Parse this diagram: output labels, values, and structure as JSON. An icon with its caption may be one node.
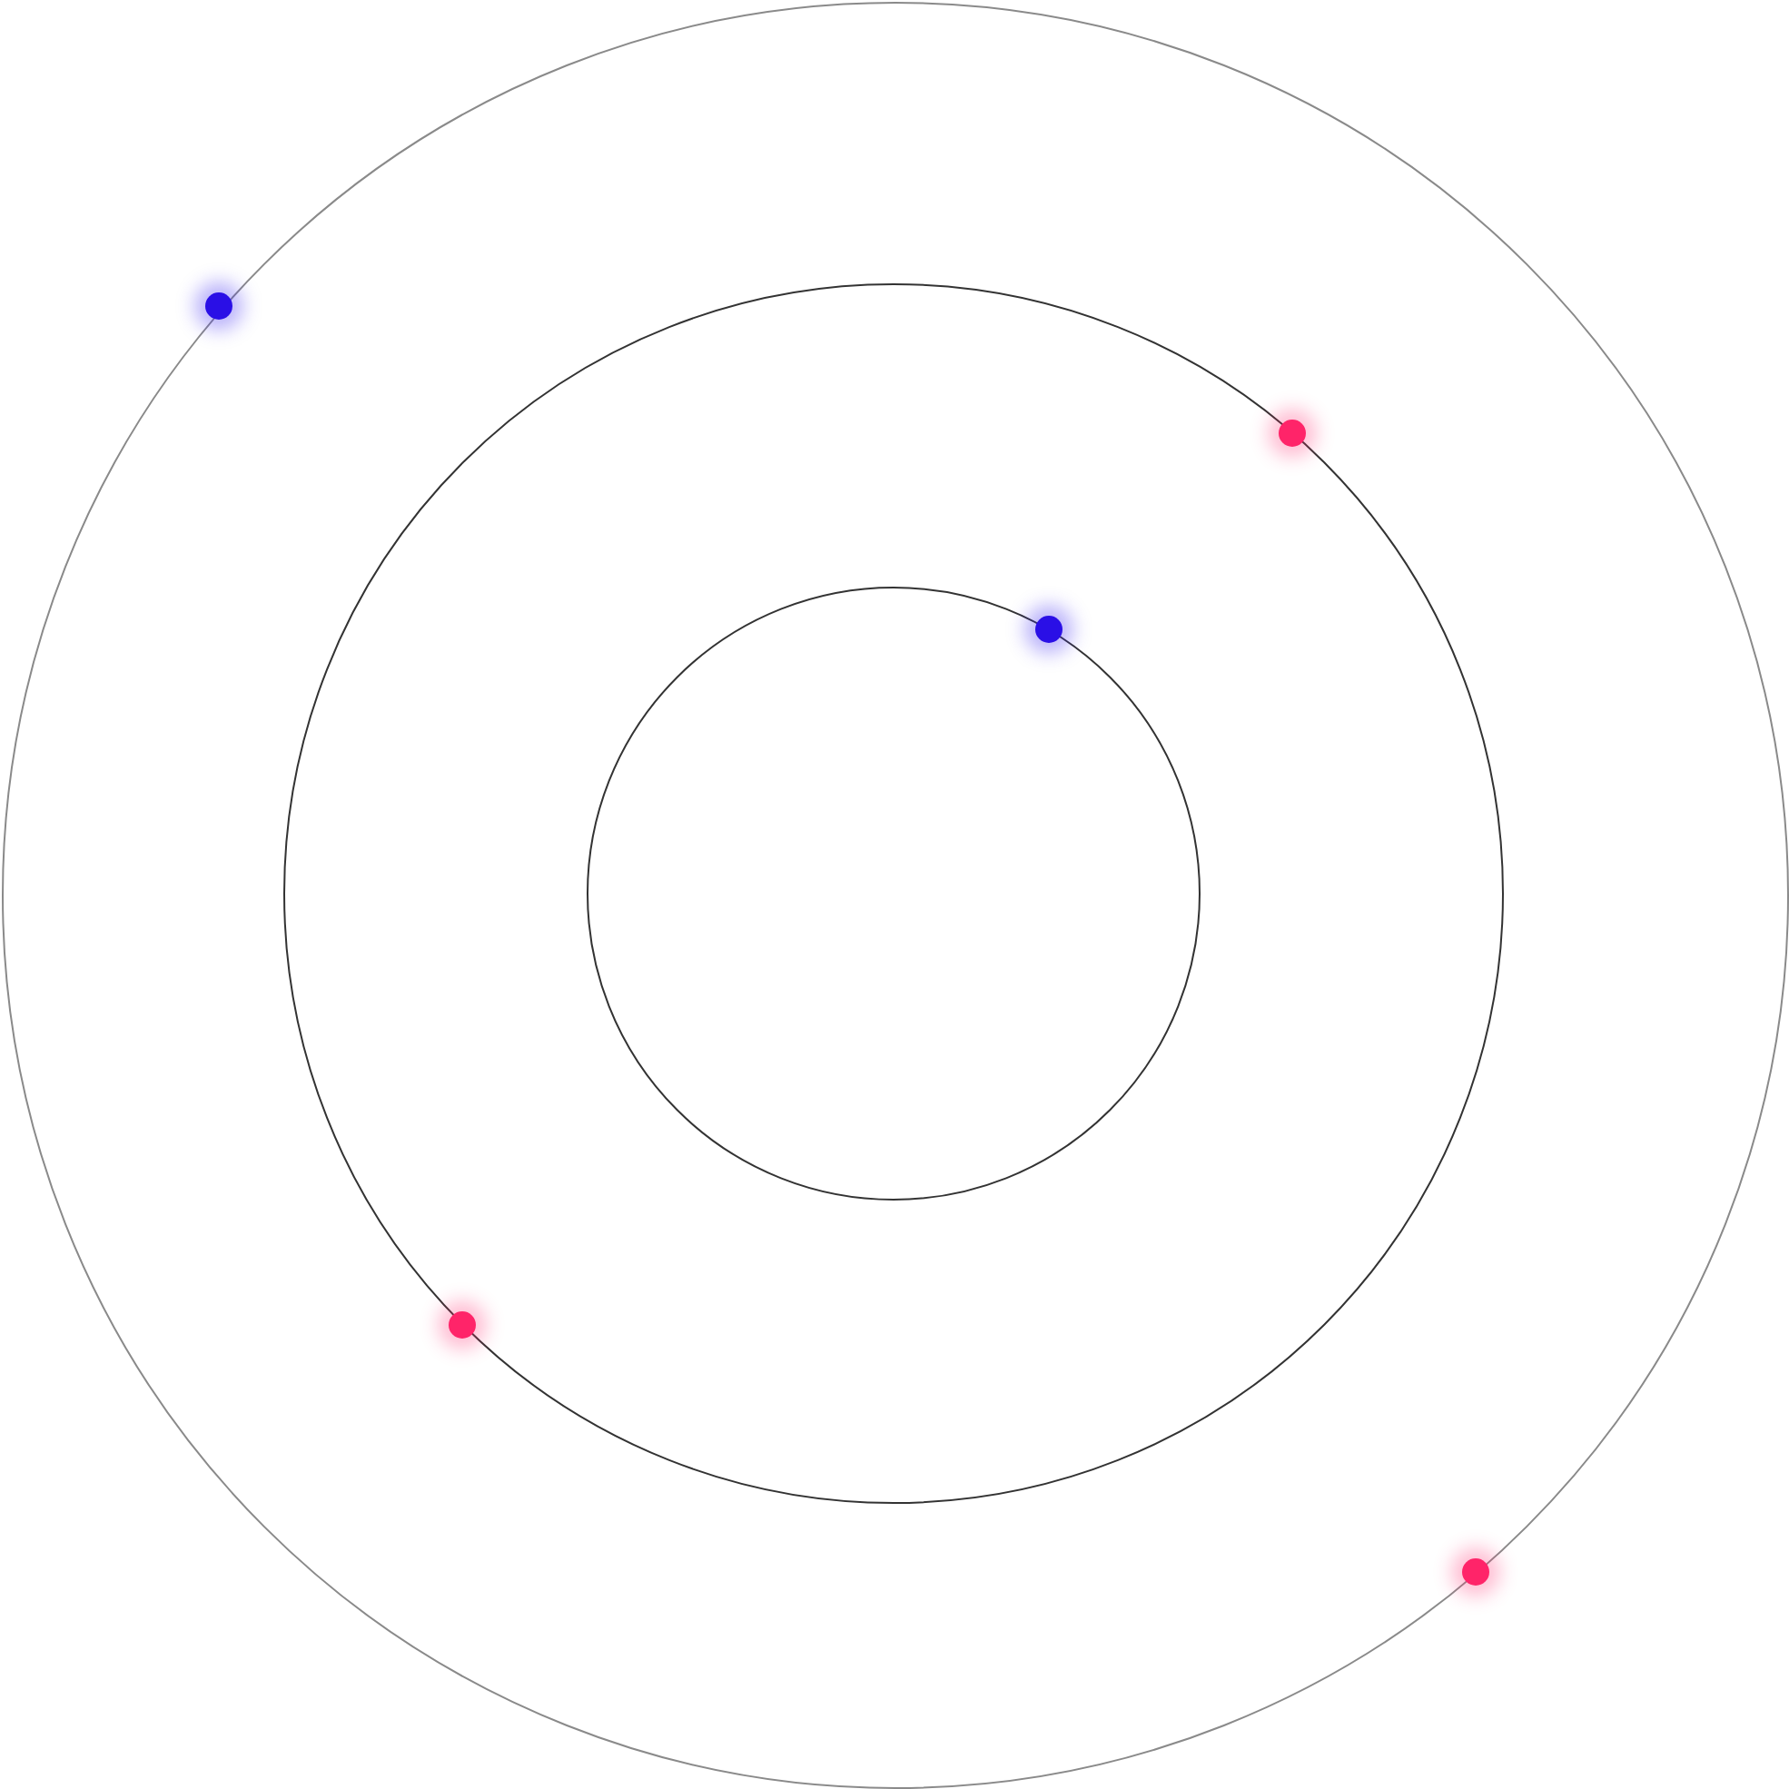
{
  "diagram": {
    "nodes": [
      {
        "text": [],
        "shape": "circle"
      },
      {
        "text": [],
        "shape": "circle",
        "in": 0
      },
      {
        "text": [],
        "shape": "circle",
        "in": 1
      },
      {
        "text": [],
        "shape": "circle",
        "in": 0
      },
      {
        "text": [],
        "shape": "circle",
        "in": 1
      },
      {
        "text": [],
        "shape": "circle",
        "in": 2
      },
      {
        "text": [],
        "shape": "circle",
        "in": 1
      },
      {
        "text": [],
        "shape": "circle",
        "in": 0
      }
    ]
  }
}
